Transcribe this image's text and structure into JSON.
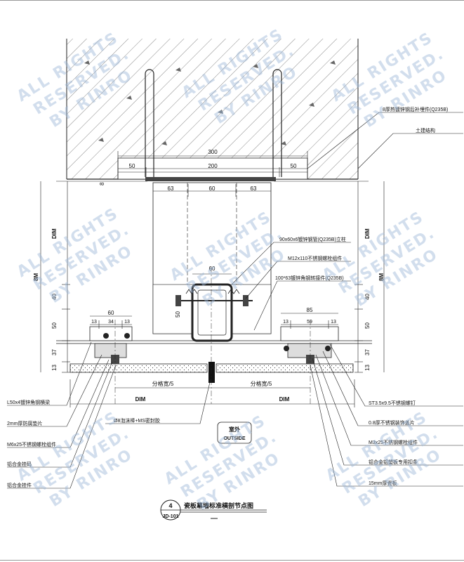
{
  "dims_top": {
    "overall": "300",
    "left": "50",
    "middle": "200",
    "right": "50"
  },
  "dims_under_plate": {
    "left": "63",
    "middle": "60",
    "right": "63"
  },
  "dims_left": {
    "gap": "8",
    "dim": "DIM",
    "side": "8M",
    "d40": "40",
    "d50": "50",
    "d37": "37",
    "d13": "13"
  },
  "dims_right": {
    "dim": "DIM",
    "side": "8M",
    "d40": "40",
    "d50": "50",
    "d37": "37",
    "d13": "13"
  },
  "dims_bracket_left": {
    "overall": "60",
    "a": "13",
    "b": "34",
    "c": "13"
  },
  "dims_bracket_right": {
    "overall": "85",
    "a": "13",
    "b": "59",
    "c": "13"
  },
  "dims_mullion": {
    "width": "60",
    "height": "50"
  },
  "dims_bottom": {
    "left_grid": "分格宽/5",
    "right_grid": "分格宽/5",
    "left_dim": "DIM",
    "right_dim": "DIM"
  },
  "labels_right": [
    "8厚热镀锌钢后补埋件(Q235B)",
    "土建结构",
    "90x60x6镀锌钢管(Q235B)立柱",
    "M12x110不锈钢螺栓组件",
    "100*63镀锌角钢转接件(Q235B)",
    "ST3.5x9.5不锈钢螺钉",
    "0.8厚不锈钢装饰盖片",
    "M3x25不锈钢螺栓组件",
    "铝合金铝塑板专用扣条",
    "15mm厚瓷板"
  ],
  "labels_left": [
    "L50x4镀锌角钢横梁",
    "2mm厚防腐垫片",
    "M6x25不锈钢螺栓组件",
    "铝合金挂码",
    "铝合金挂件"
  ],
  "label_sealant": "Ø8泡沫棒+MS密封胶",
  "outside": {
    "zh": "室外",
    "en": "OUTSIDE"
  },
  "title_block": {
    "number": "4",
    "sheet": "JD-101",
    "title": "瓷板幕墙标准横剖节点图"
  },
  "watermark": {
    "line1": "ALL RIGHTS",
    "line2": "RESERVED.",
    "line3": "BY RINRO"
  }
}
